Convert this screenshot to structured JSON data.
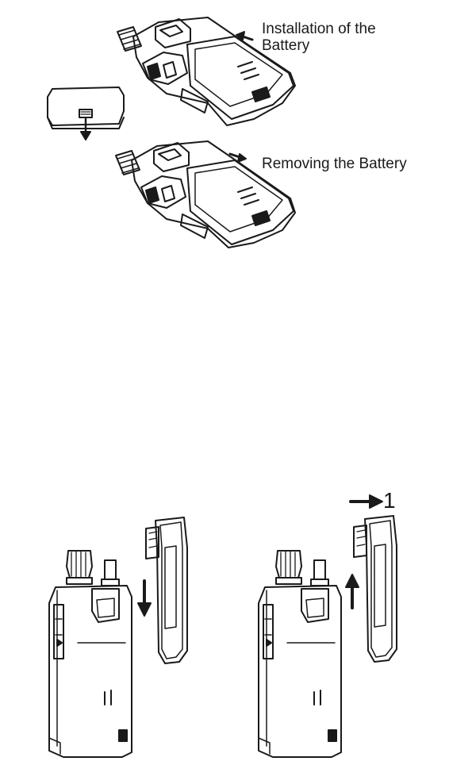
{
  "labels": {
    "installation": "Installation of the Battery",
    "removing": "Removing the Battery",
    "step": "1"
  }
}
